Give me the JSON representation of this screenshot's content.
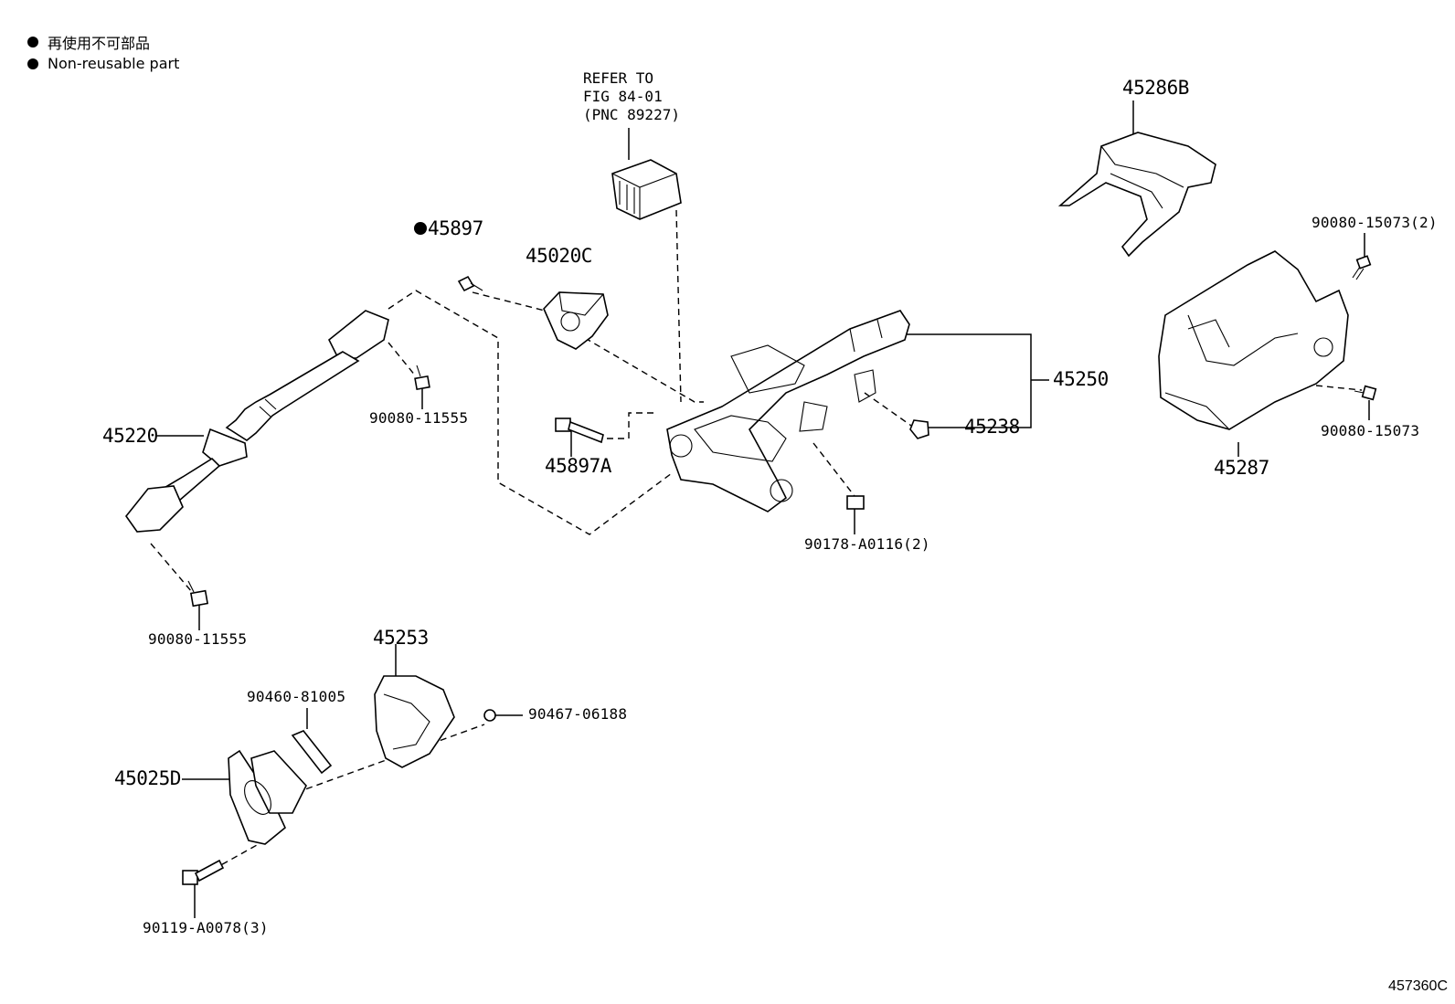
{
  "legend": {
    "japanese": "再使用不可部品",
    "english": "Non-reusable part"
  },
  "refer_note": "REFER TO\nFIG 84-01\n(PNC 89227)",
  "labels": {
    "p45286b": "45286B",
    "p90080_15073_2": "90080-15073(2)",
    "p45897": "45897",
    "p45020c": "45020C",
    "p45250": "45250",
    "p45238": "45238",
    "p90080_15073": "90080-15073",
    "p45287": "45287",
    "p90080_11555_a": "90080-11555",
    "p45220": "45220",
    "p45897a": "45897A",
    "p90178": "90178-A0116(2)",
    "p90080_11555_b": "90080-11555",
    "p45253": "45253",
    "p90460": "90460-81005",
    "p90467": "90467-06188",
    "p45025d": "45025D",
    "p90119": "90119-A0078(3)"
  },
  "figure_id": "457360C"
}
